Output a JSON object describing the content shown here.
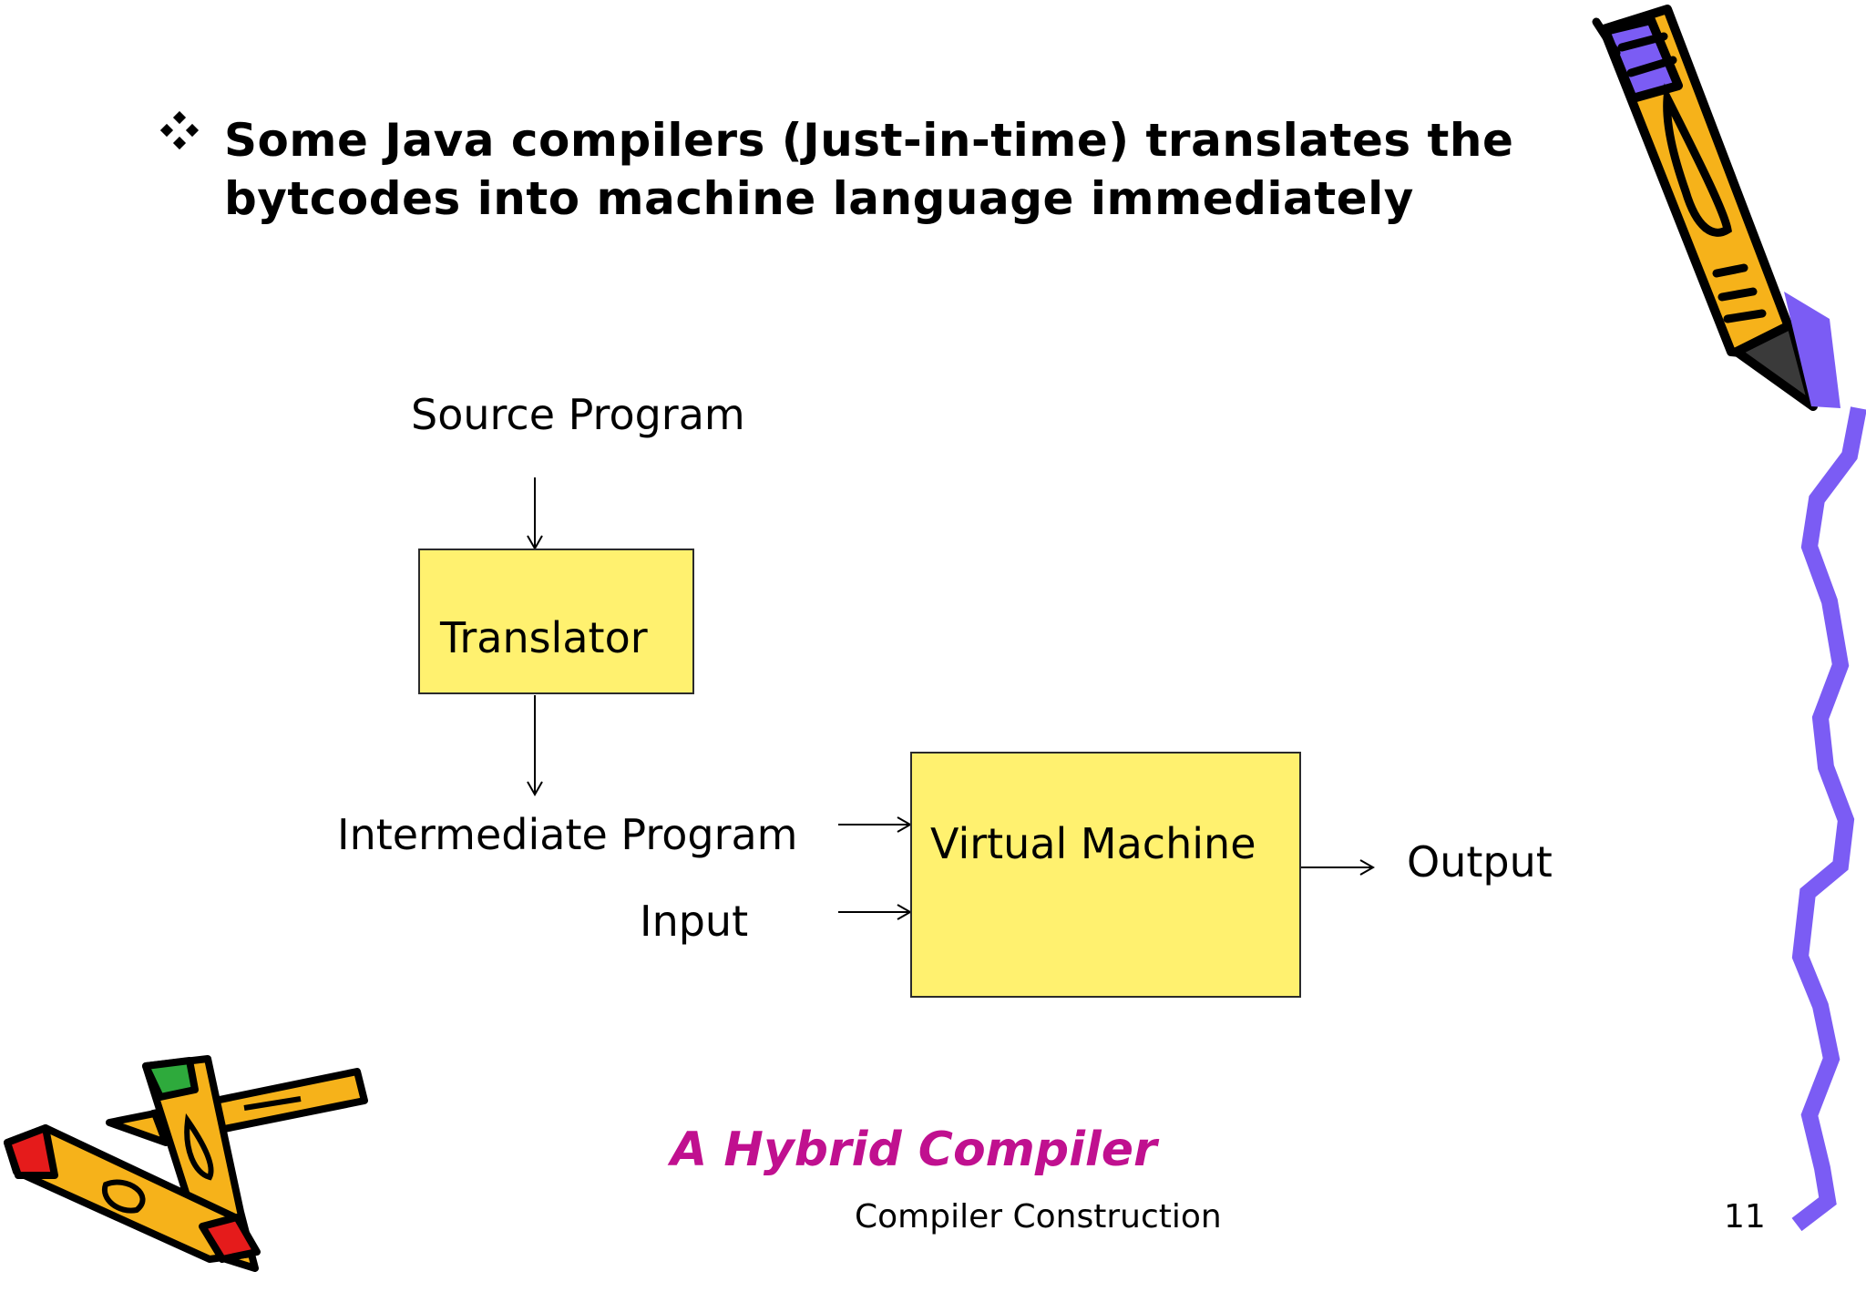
{
  "bullet": {
    "text": "Some Java compilers (Just-in-time) translates the bytcodes into machine language immediately"
  },
  "diagram": {
    "source_label": "Source Program",
    "translator_label": "Translator",
    "intermediate_label": "Intermediate Program",
    "input_label": "Input",
    "vm_label": "Virtual Machine",
    "output_label": "Output"
  },
  "caption": "A Hybrid Compiler",
  "footer": {
    "course": "Compiler Construction",
    "page_number": "11"
  },
  "colors": {
    "box_fill": "#fff16f",
    "caption": "#c0108f",
    "pencil_yellow": "#f6b21a",
    "pencil_purple": "#7b5cf4",
    "squiggle": "#7b5cf4"
  }
}
